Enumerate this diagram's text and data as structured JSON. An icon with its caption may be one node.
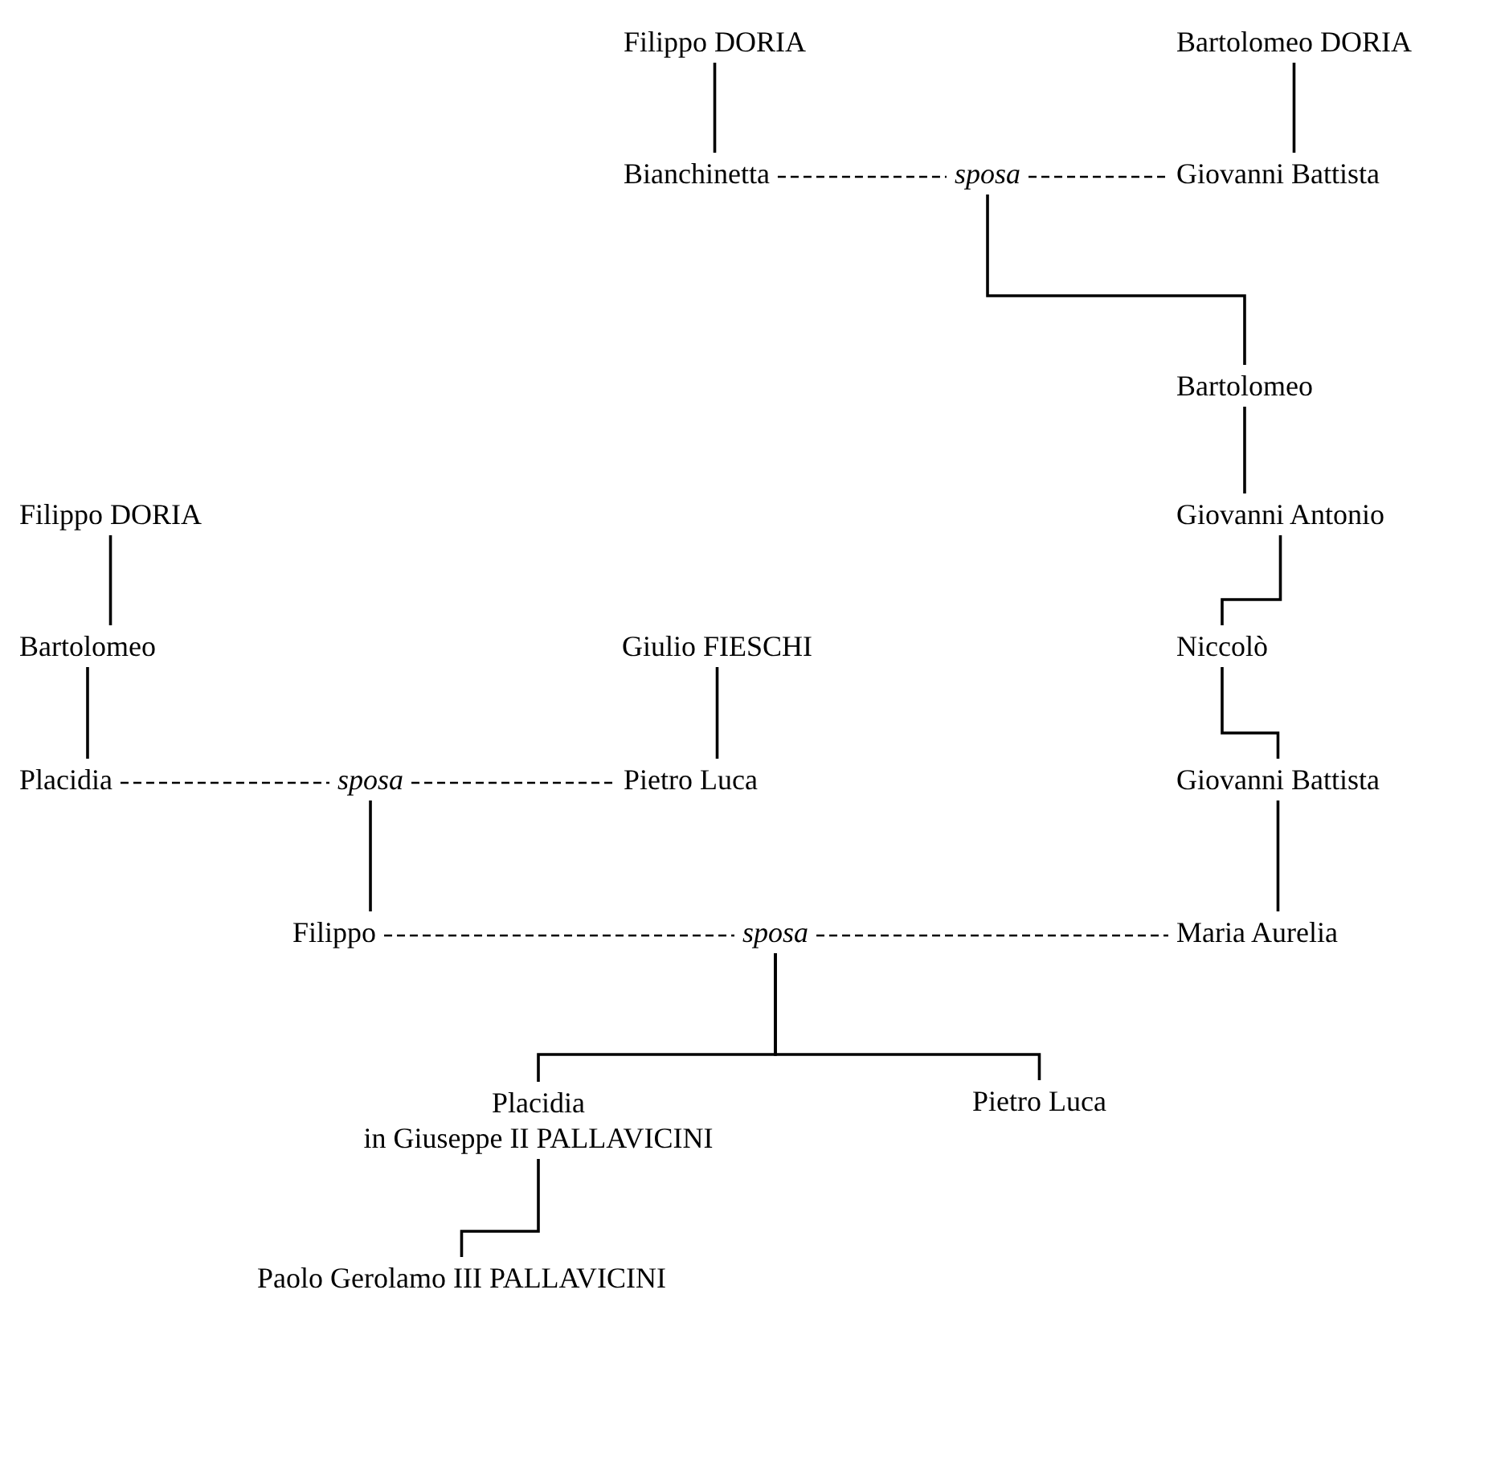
{
  "diagram": {
    "nodes": [
      {
        "text": [
          "Filippo DORIA"
        ]
      },
      {
        "text": [
          "Bartolomeo DORIA"
        ]
      },
      {
        "text": [
          "Bianchinetta"
        ]
      },
      {
        "text": [
          "sposa"
        ]
      },
      {
        "text": [
          "Giovanni Battista"
        ]
      },
      {
        "text": [
          "Bartolomeo"
        ]
      },
      {
        "text": [
          "Giovanni Antonio"
        ]
      },
      {
        "text": [
          "Niccolò"
        ]
      },
      {
        "text": [
          "Giovanni Battista"
        ]
      },
      {
        "text": [
          "Filippo DORIA"
        ]
      },
      {
        "text": [
          "Bartolomeo"
        ]
      },
      {
        "text": [
          "Giulio FIESCHI"
        ]
      },
      {
        "text": [
          "Placidia"
        ]
      },
      {
        "text": [
          "sposa"
        ]
      },
      {
        "text": [
          "Pietro Luca"
        ]
      },
      {
        "text": [
          "Filippo"
        ]
      },
      {
        "text": [
          "sposa"
        ]
      },
      {
        "text": [
          "Maria Aurelia"
        ]
      },
      {
        "text": [
          "Placidia",
          "in Giuseppe II PALLAVICINI"
        ]
      },
      {
        "text": [
          "Pietro Luca"
        ]
      },
      {
        "text": [
          "Paolo Gerolamo III PALLAVICINI"
        ]
      }
    ],
    "edges": [
      {
        "from": 0,
        "to": 2,
        "arrow": "none"
      },
      {
        "from": 1,
        "to": 4,
        "arrow": "none"
      },
      {
        "from": 2,
        "to": 3,
        "arrow": "none",
        "style": "dashed"
      },
      {
        "from": 3,
        "to": 4,
        "arrow": "none",
        "style": "dashed"
      },
      {
        "from": 3,
        "to": 5,
        "arrow": "none"
      },
      {
        "from": 5,
        "to": 6,
        "arrow": "none"
      },
      {
        "from": 6,
        "to": 7,
        "arrow": "none"
      },
      {
        "from": 7,
        "to": 8,
        "arrow": "none"
      },
      {
        "from": 8,
        "to": 17,
        "arrow": "none"
      },
      {
        "from": 9,
        "to": 10,
        "arrow": "none"
      },
      {
        "from": 10,
        "to": 12,
        "arrow": "none"
      },
      {
        "from": 11,
        "to": 14,
        "arrow": "none"
      },
      {
        "from": 12,
        "to": 13,
        "arrow": "none",
        "style": "dashed"
      },
      {
        "from": 13,
        "to": 14,
        "arrow": "none",
        "style": "dashed"
      },
      {
        "from": 13,
        "to": 15,
        "arrow": "none"
      },
      {
        "from": 15,
        "to": 16,
        "arrow": "none",
        "style": "dashed"
      },
      {
        "from": 16,
        "to": 17,
        "arrow": "none",
        "style": "dashed"
      },
      {
        "from": 16,
        "to": 18,
        "arrow": "none"
      },
      {
        "from": 16,
        "to": 19,
        "arrow": "none"
      },
      {
        "from": 18,
        "to": 20,
        "arrow": "none"
      }
    ]
  }
}
